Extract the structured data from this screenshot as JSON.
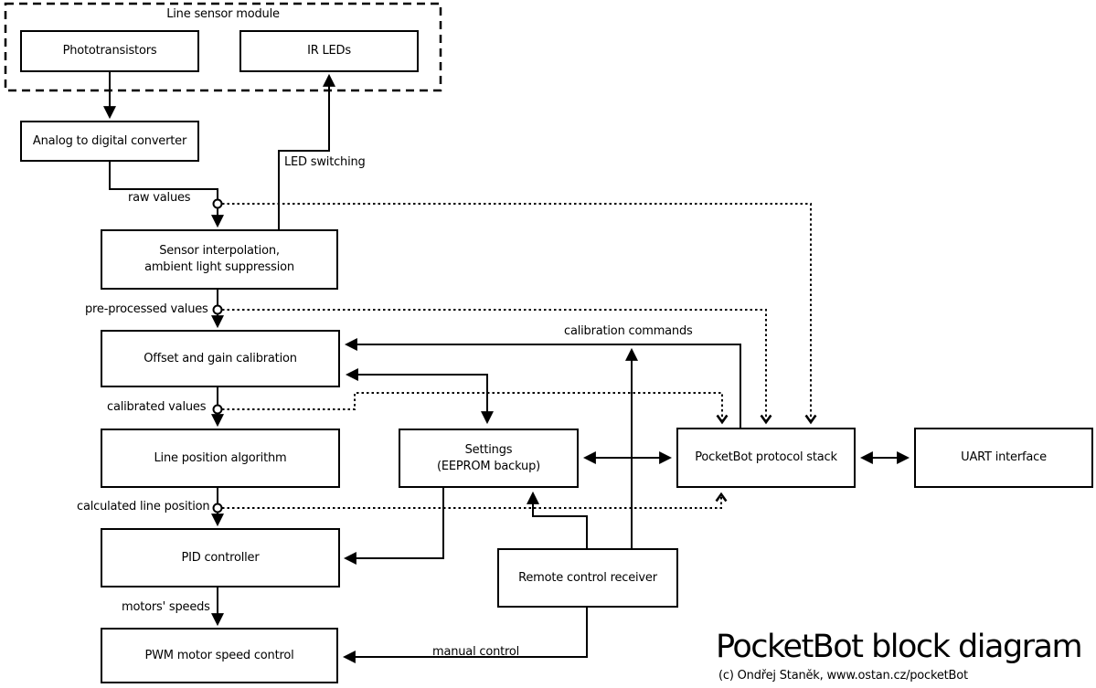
{
  "diagram": {
    "title": "PocketBot block diagram",
    "credit": "(c) Ondřej Staněk, www.ostan.cz/pocketBot",
    "group_label": "Line sensor module",
    "blocks": {
      "phototransistors": "Phototransistors",
      "ir_leds": "IR LEDs",
      "adc": "Analog to digital converter",
      "sensor_interpolation": "Sensor interpolation,\nambient light suppression",
      "offset_gain": "Offset and gain calibration",
      "line_position": "Line position algorithm",
      "settings": "Settings\n(EEPROM backup)",
      "protocol_stack": "PocketBot protocol stack",
      "uart": "UART interface",
      "pid": "PID controller",
      "remote": "Remote control receiver",
      "pwm": "PWM motor speed control"
    },
    "edge_labels": {
      "led_switching": "LED switching",
      "raw_values": "raw values",
      "pre_processed_values": "pre-processed values",
      "calibrated_values": "calibrated values",
      "calculated_line_position": "calculated line position",
      "motors_speeds": "motors' speeds",
      "calibration_commands": "calibration commands",
      "manual_control": "manual control"
    },
    "colors": {
      "line": "#000000",
      "background": "#ffffff"
    }
  }
}
